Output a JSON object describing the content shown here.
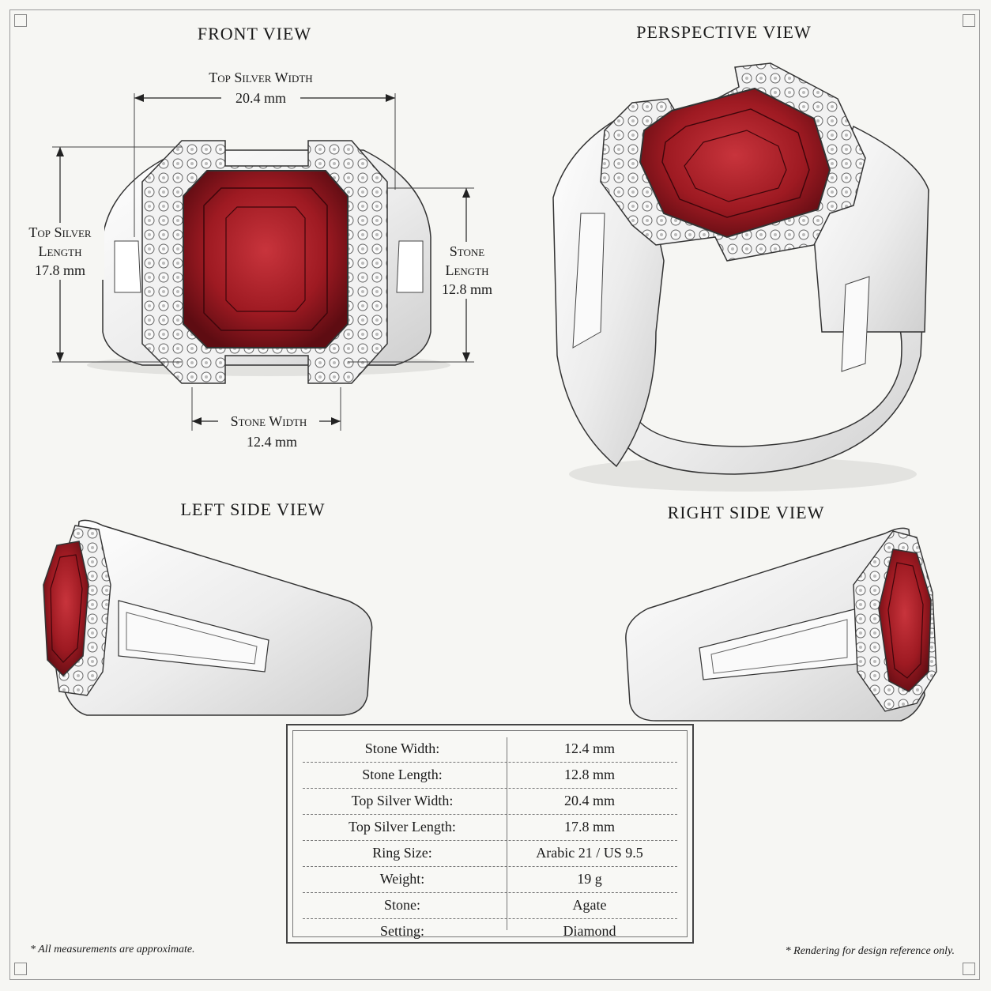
{
  "views": {
    "front": "FRONT VIEW",
    "perspective": "PERSPECTIVE VIEW",
    "left": "LEFT SIDE VIEW",
    "right": "RIGHT SIDE VIEW"
  },
  "dimensions": {
    "top_silver_width": {
      "label": "Top Silver Width",
      "value": "20.4 mm"
    },
    "top_silver_length": {
      "label_line1": "Top Silver",
      "label_line2": "Length",
      "value": "17.8 mm"
    },
    "stone_length": {
      "label_line1": "Stone",
      "label_line2": "Length",
      "value": "12.8 mm"
    },
    "stone_width": {
      "label": "Stone Width",
      "value": "12.4 mm"
    }
  },
  "specs": [
    {
      "key": "Stone Width:",
      "value": "12.4 mm"
    },
    {
      "key": "Stone Length:",
      "value": "12.8 mm"
    },
    {
      "key": "Top Silver Width:",
      "value": "20.4 mm"
    },
    {
      "key": "Top Silver Length:",
      "value": "17.8 mm"
    },
    {
      "key": "Ring Size:",
      "value": "Arabic 21 / US 9.5"
    },
    {
      "key": "Weight:",
      "value": "19 g"
    },
    {
      "key": "Stone:",
      "value": "Agate"
    },
    {
      "key": "Setting:",
      "value": "Diamond"
    }
  ],
  "notes": {
    "left": "* All measurements are approximate.",
    "right": "* Rendering for design reference only."
  },
  "colors": {
    "stone": "#9e1a22",
    "stone_dark": "#5e0c12",
    "stone_light": "#c8343c",
    "silver": "#efefef",
    "line": "#333333"
  }
}
